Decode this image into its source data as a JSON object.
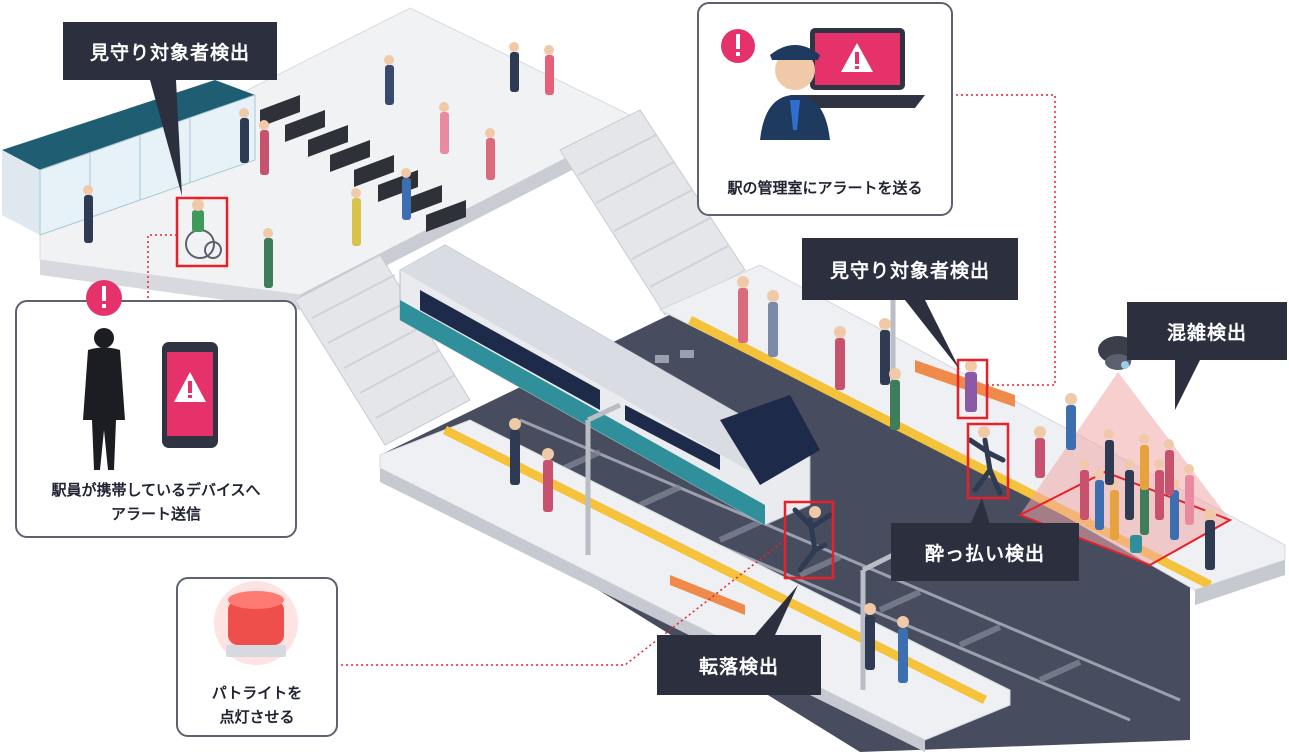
{
  "labels": {
    "watch_top_left": "見守り対象者検出",
    "watch_platform": "見守り対象者検出",
    "crowd": "混雑検出",
    "drunk": "酔っ払い検出",
    "fall": "転落検出"
  },
  "cards": {
    "office": {
      "text": "駅の管理室にアラートを送る"
    },
    "staff": {
      "line1": "駅員が携帯しているデバイスへ",
      "line2": "アラート送信"
    },
    "light": {
      "line1": "パトライトを",
      "line2": "点灯させる"
    }
  },
  "colors": {
    "label_bg": "#2b2f3e",
    "alert_red": "#e6326a",
    "detect_red": "#e8202a",
    "platform_yellow": "#f5c33b",
    "train_teal": "#2f8f9a"
  }
}
